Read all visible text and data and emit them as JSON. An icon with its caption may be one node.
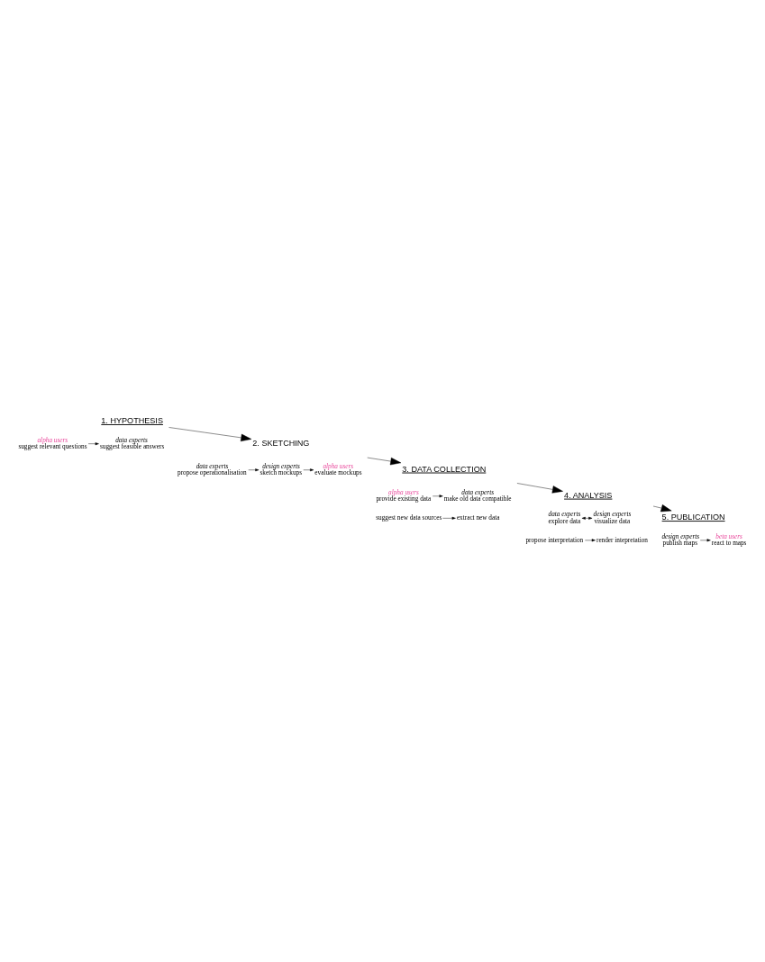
{
  "diagram": {
    "nodes": [
      {
        "text": [
          "1. HYPOTHESIS"
        ]
      },
      {
        "text": [
          "alpha users",
          "suggest relevant questions"
        ]
      },
      {
        "text": [
          "data experts",
          "suggest feasible answers"
        ]
      },
      {
        "text": [
          "2. SKETCHING"
        ]
      },
      {
        "text": [
          "data experts",
          "propose operationalisation"
        ]
      },
      {
        "text": [
          "design experts",
          "sketch mockups"
        ]
      },
      {
        "text": [
          "alpha users",
          "evaluate mockups"
        ]
      },
      {
        "text": [
          "3. DATA COLLECTION"
        ]
      },
      {
        "text": [
          "alpha users",
          "provide existing data"
        ]
      },
      {
        "text": [
          "data experts",
          "make old data compatible"
        ]
      },
      {
        "text": [
          "suggest new data sources"
        ]
      },
      {
        "text": [
          "extract new data"
        ]
      },
      {
        "text": [
          "4. ANALYSIS"
        ]
      },
      {
        "text": [
          "data experts",
          "explore data"
        ]
      },
      {
        "text": [
          "design experts",
          "visualize data"
        ]
      },
      {
        "text": [
          "propose interpretation"
        ]
      },
      {
        "text": [
          "render intepretation"
        ]
      },
      {
        "text": [
          "5. PUBLICATION"
        ]
      },
      {
        "text": [
          "design experts",
          "publish maps"
        ]
      },
      {
        "text": [
          "beta users",
          "react to maps"
        ]
      }
    ],
    "edges": [
      {
        "from": 1,
        "to": 2,
        "arrow": "to"
      },
      {
        "from": 0,
        "to": 3,
        "arrow": "to"
      },
      {
        "from": 4,
        "to": 5,
        "arrow": "to"
      },
      {
        "from": 5,
        "to": 6,
        "arrow": "to"
      },
      {
        "from": 3,
        "to": 7,
        "arrow": "to"
      },
      {
        "from": 8,
        "to": 9,
        "arrow": "to"
      },
      {
        "from": 10,
        "to": 11,
        "arrow": "to"
      },
      {
        "from": 7,
        "to": 12,
        "arrow": "to"
      },
      {
        "from": 13,
        "to": 14,
        "arrow": "both"
      },
      {
        "from": 15,
        "to": 16,
        "arrow": "to"
      },
      {
        "from": 12,
        "to": 17,
        "arrow": "to"
      },
      {
        "from": 18,
        "to": 19,
        "arrow": "to"
      }
    ]
  }
}
